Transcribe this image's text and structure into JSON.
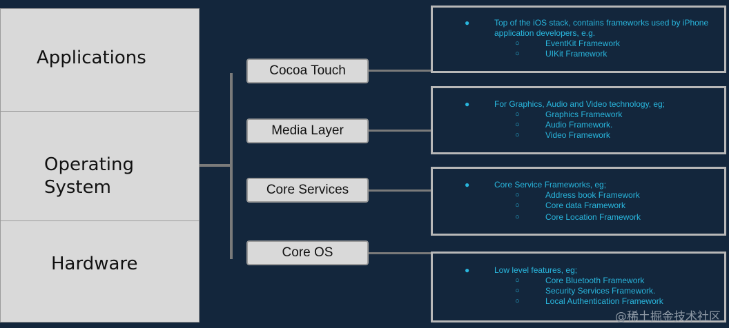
{
  "stack": [
    {
      "id": "applications",
      "label": "Applications"
    },
    {
      "id": "operating-system",
      "label": "Operating\nSystem"
    },
    {
      "id": "hardware",
      "label": "Hardware"
    }
  ],
  "layers": [
    {
      "id": "cocoa-touch",
      "label": "Cocoa Touch"
    },
    {
      "id": "media-layer",
      "label": "Media Layer"
    },
    {
      "id": "core-services",
      "label": "Core Services"
    },
    {
      "id": "core-os",
      "label": "Core OS"
    }
  ],
  "panels": [
    {
      "id": "cocoa-touch",
      "bullet": "●",
      "text": "Top of the iOS stack, contains frameworks used by iPhone application developers, e.g.",
      "sub_bullet": "○",
      "items": [
        "EventKit Framework",
        "UIKit Framework"
      ]
    },
    {
      "id": "media-layer",
      "bullet": "●",
      "text": "For Graphics, Audio and Video technology, eg;",
      "sub_bullet": "○",
      "items": [
        "Graphics  Framework",
        "Audio  Framework.",
        "Video Framework"
      ]
    },
    {
      "id": "core-services",
      "bullet": "●",
      "text": "Core Service Frameworks, eg;",
      "sub_bullet": "○",
      "items": [
        "Address book Framework",
        "Core data Framework",
        "Core Location Framework"
      ]
    },
    {
      "id": "core-os",
      "bullet": "●",
      "text": "Low level features, eg;",
      "sub_bullet": "○",
      "items": [
        "Core Bluetooth Framework",
        "Security Services Framework.",
        "Local Authentication Framework"
      ]
    }
  ],
  "watermark": "@稀土掘金技术社区",
  "colors": {
    "background": "#13263c",
    "box_fill": "#d9d9d9",
    "panel_text": "#29b6dd",
    "panel_border": "#b8b8b8"
  }
}
